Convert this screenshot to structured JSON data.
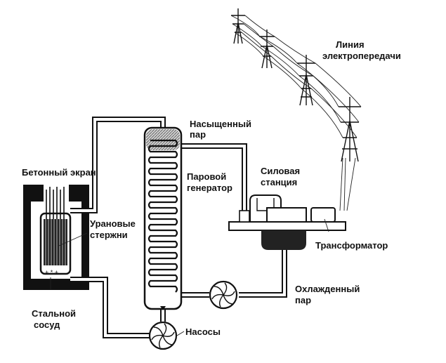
{
  "labels": {
    "power_line": [
      "Линия",
      "электропередачи"
    ],
    "saturated_steam": [
      "Насыщенный",
      "пар"
    ],
    "concrete_shield": "Бетонный экран",
    "steam_generator": [
      "Паровой",
      "генератор"
    ],
    "power_station": [
      "Силовая",
      "станция"
    ],
    "uranium_rods": [
      "Урановые",
      "стержни"
    ],
    "transformer": "Трансформатор",
    "cooled_steam": [
      "Охлажденный",
      "пар"
    ],
    "steel_vessel": [
      "Стальной",
      "сосуд"
    ],
    "pumps": "Насосы"
  },
  "colors": {
    "ink": "#111111",
    "paper": "#ffffff",
    "hatch": "#777777"
  },
  "icons": {
    "tower": "power-tower-icon",
    "pump": "pump-impeller-icon"
  }
}
